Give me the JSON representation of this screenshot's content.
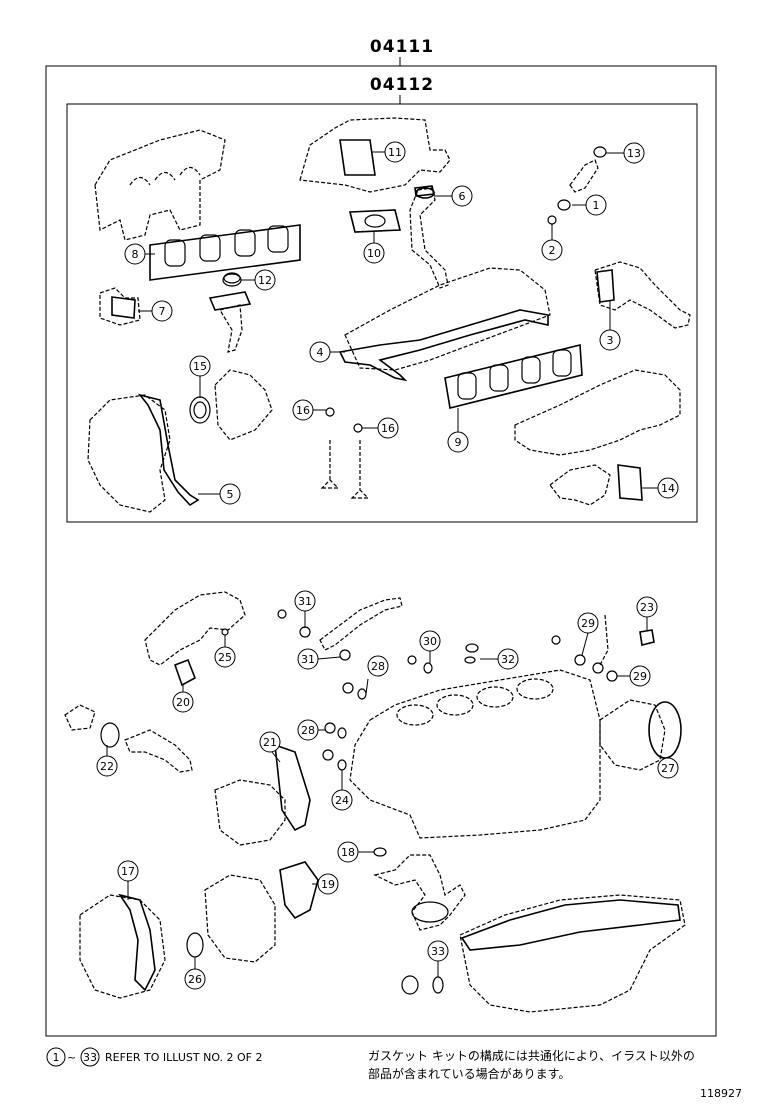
{
  "header": {
    "outer_code": "04111",
    "inner_code": "04112"
  },
  "callouts": {
    "c1": "1",
    "c2": "2",
    "c3": "3",
    "c4": "4",
    "c5": "5",
    "c6": "6",
    "c7": "7",
    "c8": "8",
    "c9": "9",
    "c10": "10",
    "c11": "11",
    "c12": "12",
    "c13": "13",
    "c14": "14",
    "c15": "15",
    "c16a": "16",
    "c16b": "16",
    "c17": "17",
    "c18": "18",
    "c19": "19",
    "c20": "20",
    "c21": "21",
    "c22": "22",
    "c23": "23",
    "c24": "24",
    "c25": "25",
    "c26": "26",
    "c27": "27",
    "c28a": "28",
    "c28b": "28",
    "c29a": "29",
    "c29b": "29",
    "c30": "30",
    "c31a": "31",
    "c31b": "31",
    "c32": "32",
    "c33": "33"
  },
  "footer": {
    "range_start": "1",
    "range_sep": "~",
    "range_end": "33",
    "note_en": "REFER TO ILLUST NO. 2 OF 2",
    "note_jp_line1": "ガスケット キットの構成には共通化により、イラスト以外の",
    "note_jp_line2": "部品が含まれている場合があります。",
    "illust_number": "118927"
  }
}
